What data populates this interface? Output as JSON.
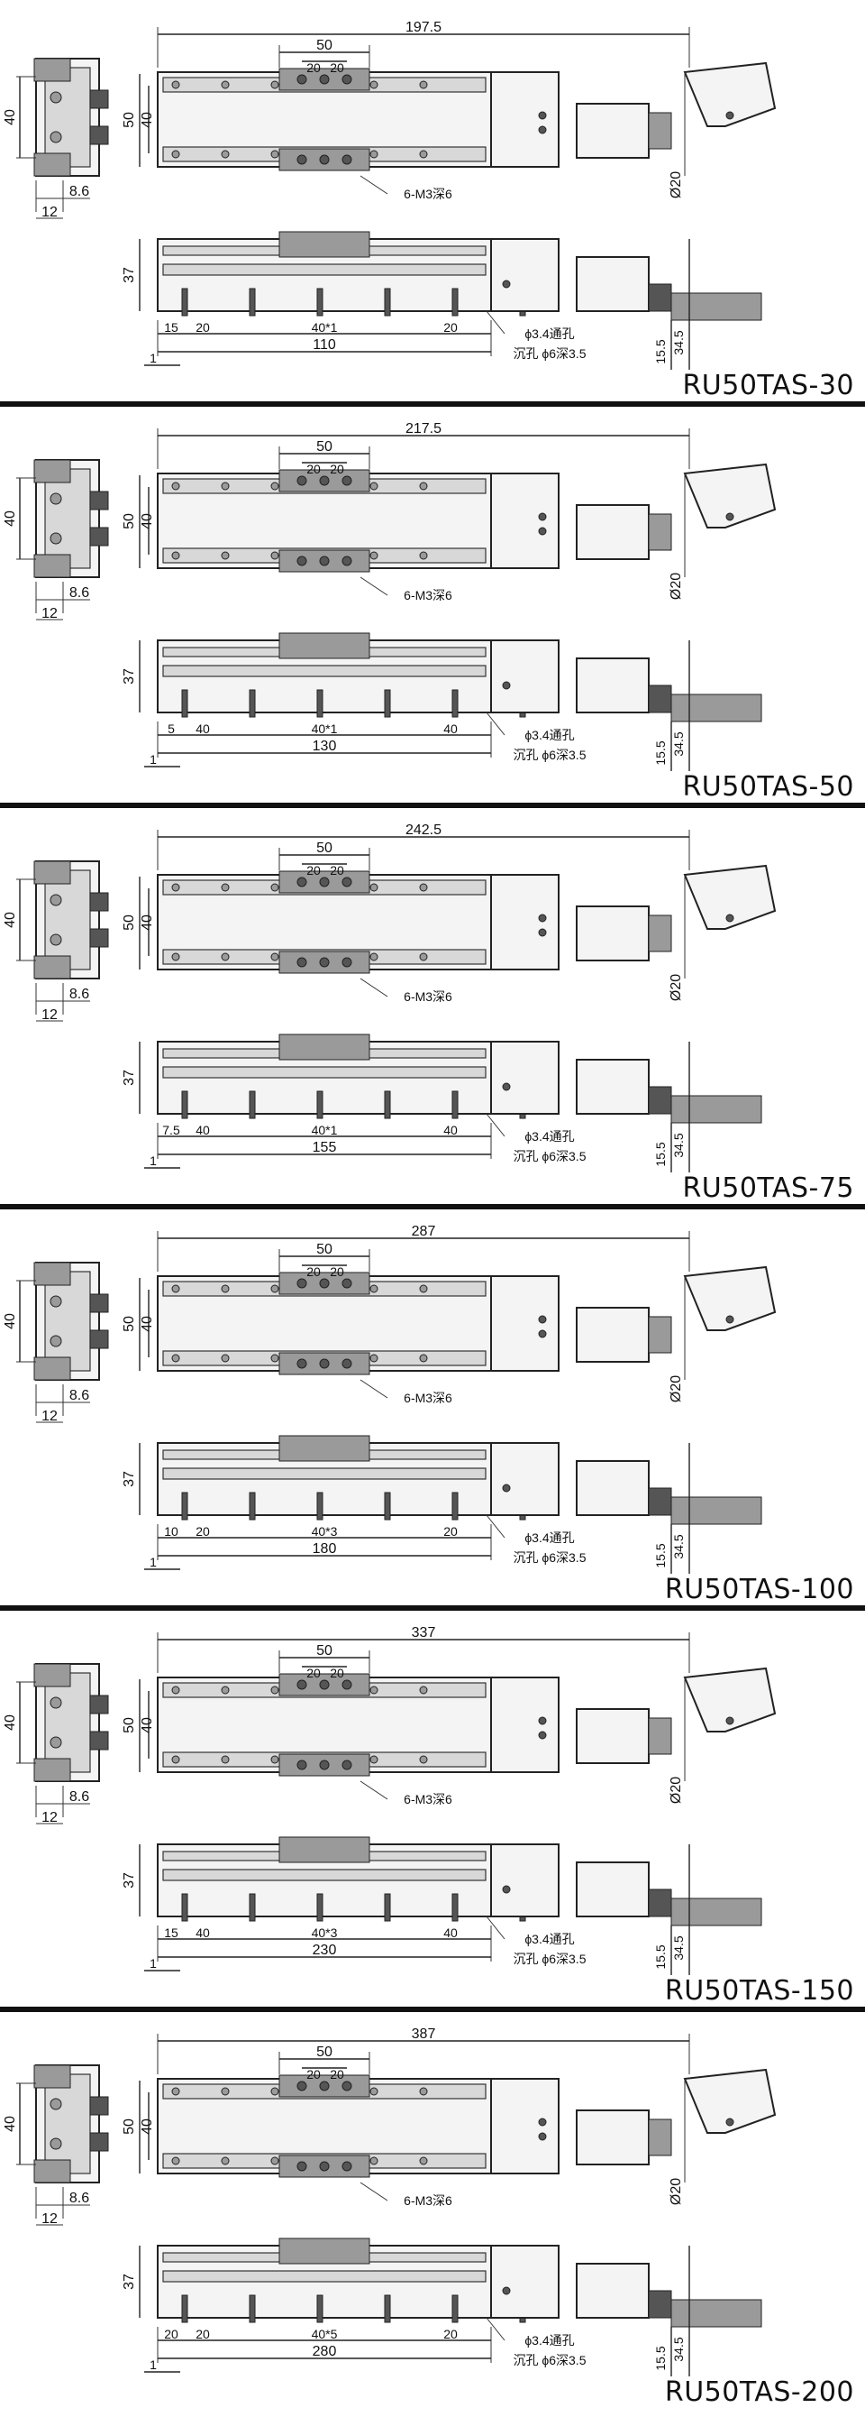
{
  "common": {
    "side_height": "40",
    "side_offset": "8.6",
    "side_width": "12",
    "carriage_width": "50",
    "hole_pitch_a": "20",
    "hole_pitch_b": "20",
    "outer_height": "50",
    "inner_height": "40",
    "tap_note": "6-M3深6",
    "motor_dia": "Ø20",
    "front_height": "37",
    "thru_hole": "ϕ3.4通孔",
    "counterbore": "沉孔 ϕ6深3.5",
    "dim_15_5": "15.5",
    "dim_34_5": "34.5",
    "dim_1": "1"
  },
  "panels": [
    {
      "model": "RU50TAS-30",
      "total": "197.5",
      "dim_a": "15",
      "dim_b": "20",
      "pitch": "40*1",
      "dim_c": "20",
      "base": "110"
    },
    {
      "model": "RU50TAS-50",
      "total": "217.5",
      "dim_a": "5",
      "dim_b": "40",
      "pitch": "40*1",
      "dim_c": "40",
      "base": "130"
    },
    {
      "model": "RU50TAS-75",
      "total": "242.5",
      "dim_a": "7.5",
      "dim_b": "40",
      "pitch": "40*1",
      "dim_c": "40",
      "base": "155"
    },
    {
      "model": "RU50TAS-100",
      "total": "287",
      "dim_a": "10",
      "dim_b": "20",
      "pitch": "40*3",
      "dim_c": "20",
      "base": "180"
    },
    {
      "model": "RU50TAS-150",
      "total": "337",
      "dim_a": "15",
      "dim_b": "40",
      "pitch": "40*3",
      "dim_c": "40",
      "base": "230"
    },
    {
      "model": "RU50TAS-200",
      "total": "387",
      "dim_a": "20",
      "dim_b": "20",
      "pitch": "40*5",
      "dim_c": "20",
      "base": "280"
    }
  ]
}
